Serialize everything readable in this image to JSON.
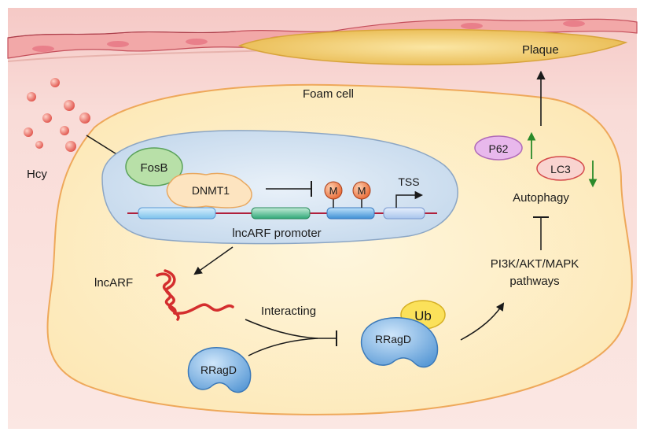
{
  "labels": {
    "plaque": "Plaque",
    "foam_cell": "Foam cell",
    "hcy": "Hcy",
    "fosb": "FosB",
    "dnmt1": "DNMT1",
    "methyl_1": "M",
    "methyl_2": "M",
    "tss": "TSS",
    "promoter": "lncARF promoter",
    "lncarf": "lncARF",
    "interacting": "Interacting",
    "rragd_free": "RRagD",
    "rragd_bound": "RRagD",
    "ub": "Ub",
    "pathways_line1": "PI3K/AKT/MAPK",
    "pathways_line2": "pathways",
    "autophagy": "Autophagy",
    "p62": "P62",
    "lc3": "LC3"
  },
  "colors": {
    "background": "#f9dcd8",
    "cell_fill": "#fdf0c8",
    "cell_border": "#f0b464",
    "nucleus_fill": "#d6e4f2",
    "fosb_fill": "#b8e0a8",
    "dnmt1_fill": "#fde4c0",
    "methyl_fill": "#f08c5a",
    "rragd_fill": "#7ab2e2",
    "ub_fill": "#fbe15a",
    "p62_fill": "#e8b8ec",
    "lc3_fill": "#f9d4d0",
    "rna_strand": "#d42e2e",
    "dna_line": "#b0203c",
    "up_arrow": "#2a8a2a",
    "down_arrow": "#2a8a2a",
    "plaque_fill": "#f6d27a"
  },
  "icons": {
    "hcy_particles": "red-sphere-cluster-icon",
    "rna": "rna-strand-icon",
    "methylation": "methyl-group-icon"
  }
}
